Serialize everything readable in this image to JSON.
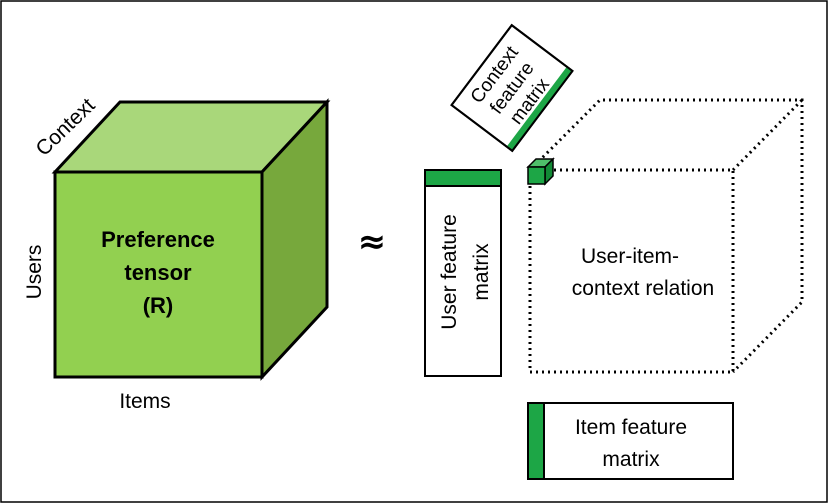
{
  "diagram": {
    "tensor": {
      "title_lines": [
        "Preference",
        "tensor",
        "(R)"
      ],
      "axis_context": "Context",
      "axis_users": "Users",
      "axis_items": "Items"
    },
    "approx_symbol": "≈",
    "context_matrix_lines": [
      "Context",
      "feature",
      "matrix"
    ],
    "user_matrix_lines": [
      "User feature",
      "matrix"
    ],
    "relation_lines": [
      "User-item-",
      "context relation"
    ],
    "item_matrix_lines": [
      "Item feature",
      "matrix"
    ],
    "colors": {
      "front_face": "#92d050",
      "top_face": "#a9d77a",
      "side_face": "#77a83c",
      "accent_green": "#1da646",
      "border": "#000000"
    }
  }
}
